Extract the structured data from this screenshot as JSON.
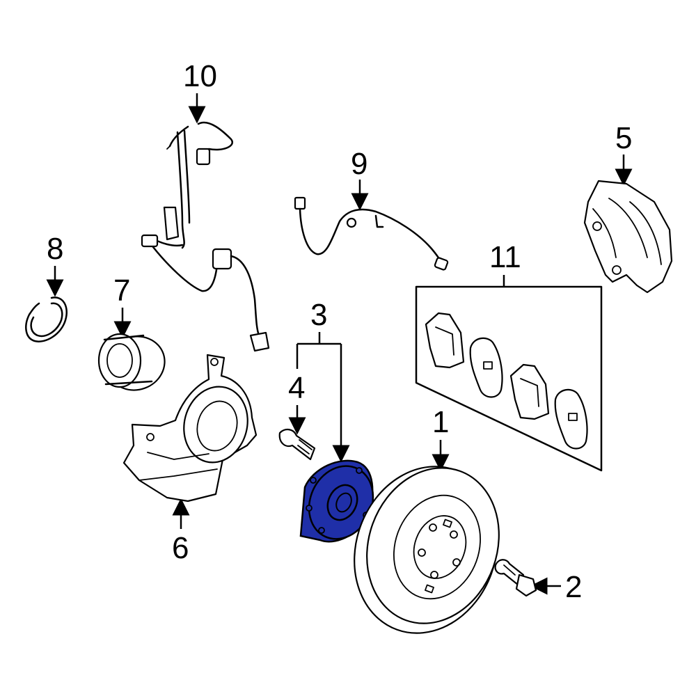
{
  "callouts": {
    "c1": "1",
    "c2": "2",
    "c3": "3",
    "c4": "4",
    "c5": "5",
    "c6": "6",
    "c7": "7",
    "c8": "8",
    "c9": "9",
    "c10": "10",
    "c11": "11"
  },
  "colors": {
    "highlight_fill": "#1f2fa8",
    "line": "#000000",
    "background": "#ffffff"
  }
}
